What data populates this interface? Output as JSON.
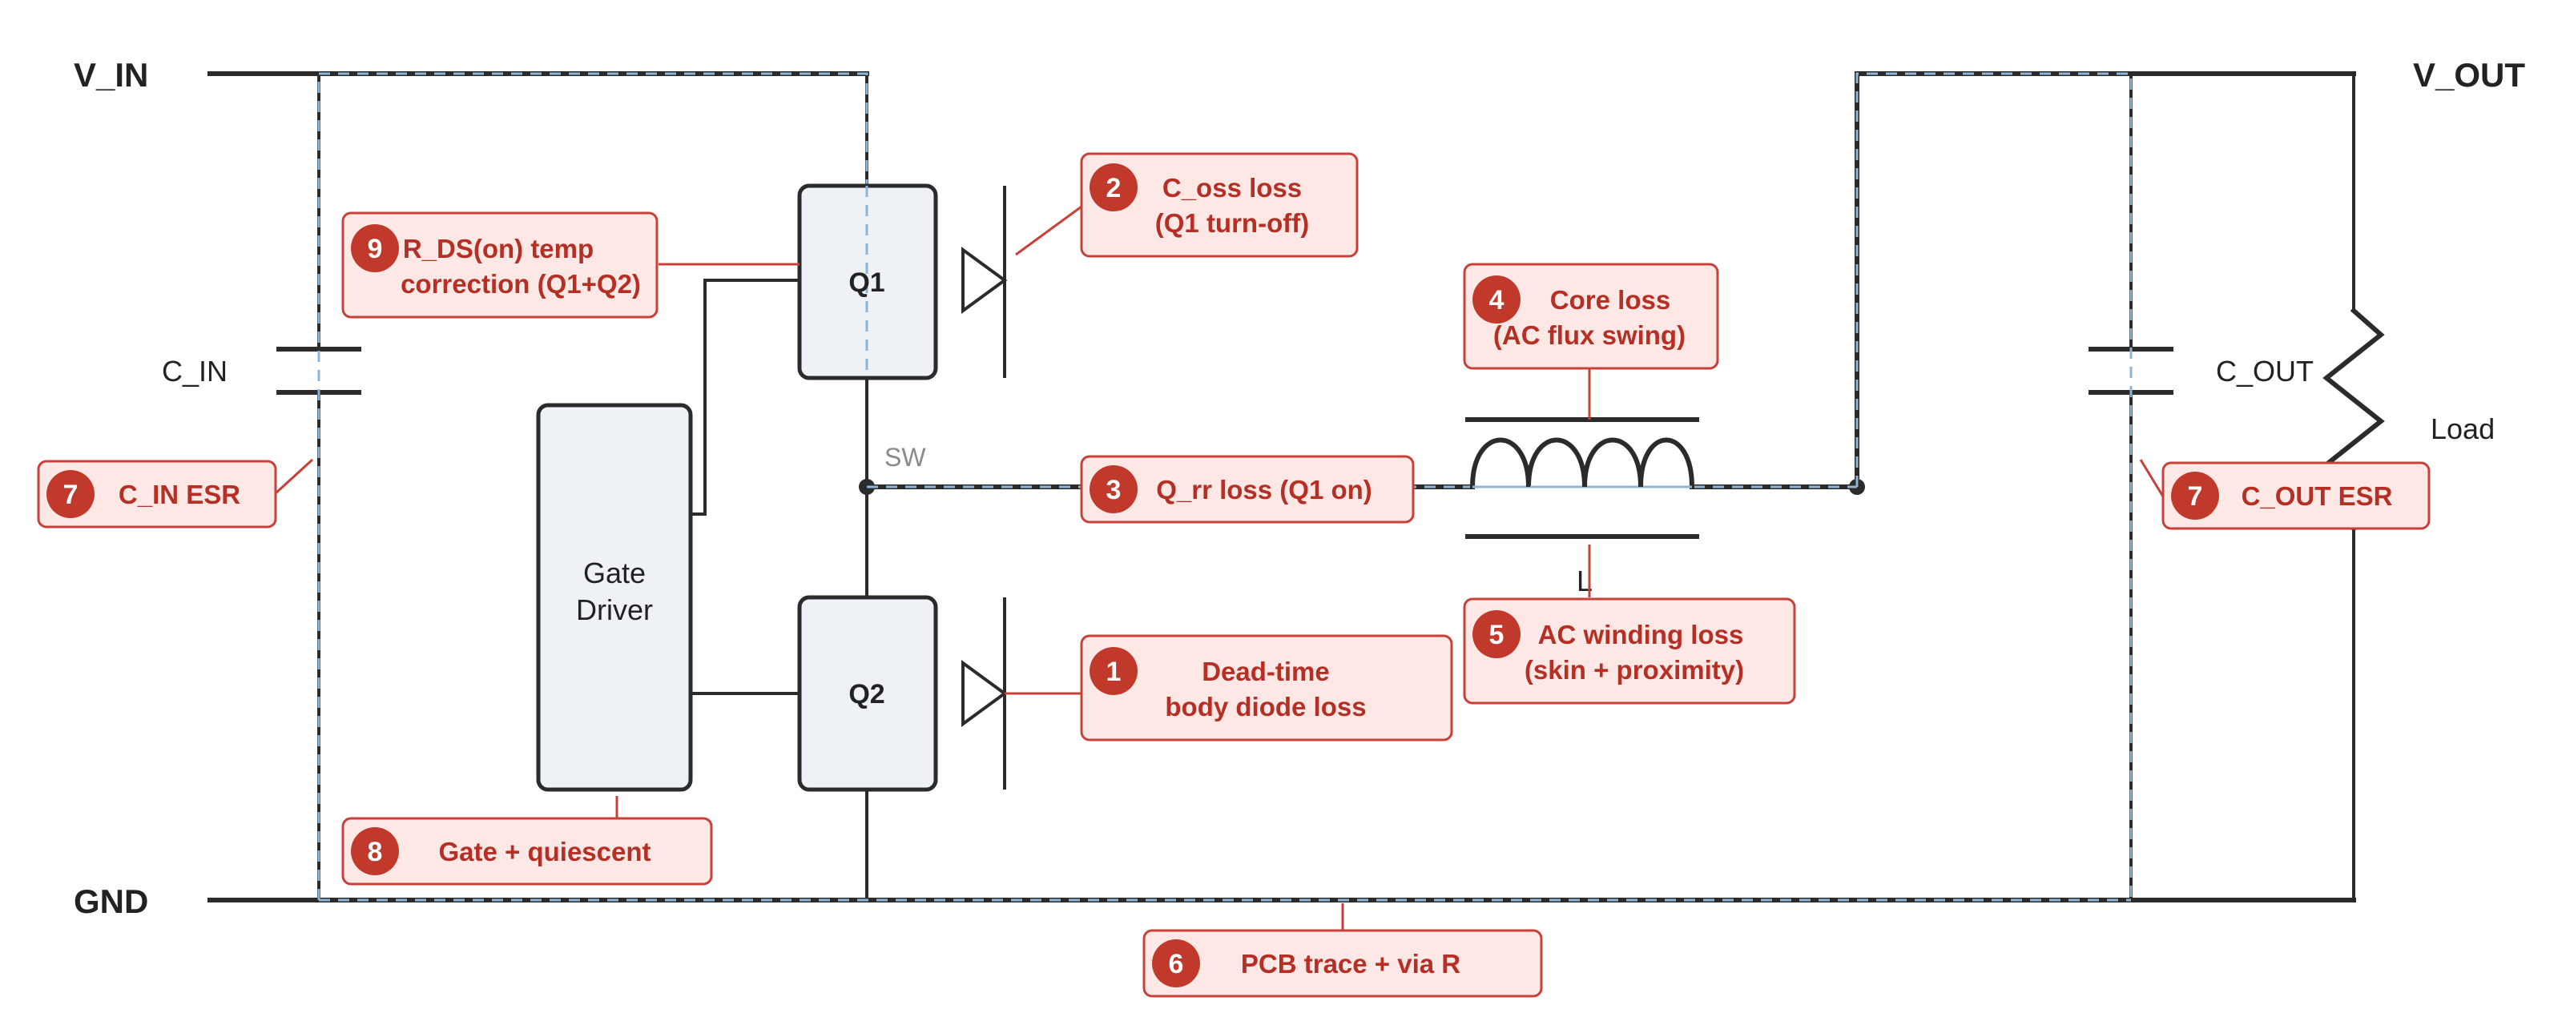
{
  "rails": {
    "vin": "V_IN",
    "vout": "V_OUT",
    "gnd": "GND",
    "sw": "SW"
  },
  "components": {
    "c_in": "C_IN",
    "c_out": "C_OUT",
    "load": "Load",
    "inductor": "L",
    "q1": "Q1",
    "q2": "Q2",
    "gate_driver_line1": "Gate",
    "gate_driver_line2": "Driver"
  },
  "callouts": [
    {
      "id": "c9",
      "num": "9",
      "lines": [
        "R_DS(on) temp",
        "correction (Q1+Q2)"
      ]
    },
    {
      "id": "c2",
      "num": "2",
      "lines": [
        "C_oss loss",
        "(Q1 turn-off)"
      ]
    },
    {
      "id": "c4",
      "num": "4",
      "lines": [
        "Core loss",
        "(AC flux swing)"
      ]
    },
    {
      "id": "c7a",
      "num": "7",
      "lines": [
        "C_IN ESR"
      ]
    },
    {
      "id": "c3",
      "num": "3",
      "lines": [
        "Q_rr loss (Q1 on)"
      ]
    },
    {
      "id": "c7b",
      "num": "7",
      "lines": [
        "C_OUT ESR"
      ]
    },
    {
      "id": "c5",
      "num": "5",
      "lines": [
        "AC winding loss",
        "(skin + proximity)"
      ]
    },
    {
      "id": "c1",
      "num": "1",
      "lines": [
        "Dead-time",
        "body diode loss"
      ]
    },
    {
      "id": "c8",
      "num": "8",
      "lines": [
        "Gate + quiescent"
      ]
    },
    {
      "id": "c6",
      "num": "6",
      "lines": [
        "PCB trace + via R"
      ]
    }
  ],
  "colors": {
    "accent": "#c0392b",
    "callout_fill": "#fde8e6",
    "current_path": "#8fb4d6",
    "wire": "#2b2b2b"
  }
}
